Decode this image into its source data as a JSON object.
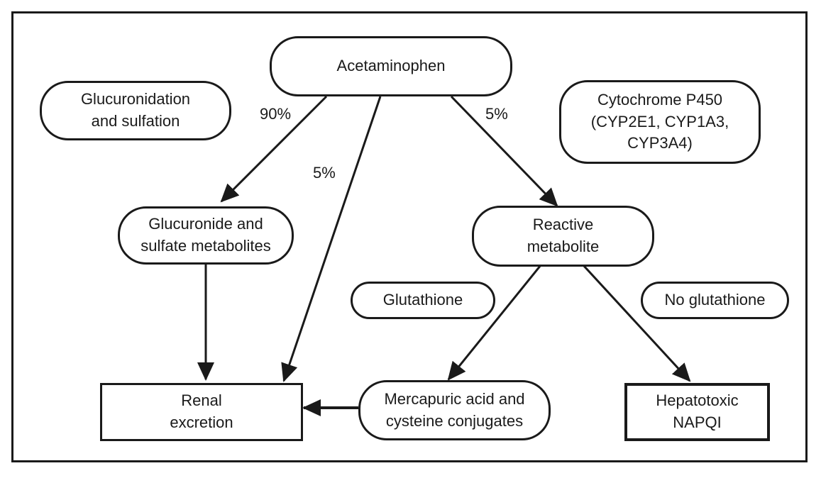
{
  "nodes": {
    "acetaminophen": "Acetaminophen",
    "glucuronidation": "Glucuronidation\nand sulfation",
    "cytochrome": "Cytochrome P450\n(CYP2E1, CYP1A3,\nCYP3A4)",
    "glucuronide_metabolites": "Glucuronide and\nsulfate metabolites",
    "reactive_metabolite": "Reactive\nmetabolite",
    "glutathione": "Glutathione",
    "no_glutathione": "No glutathione",
    "renal_excretion": "Renal\nexcretion",
    "mercapuric": "Mercapuric acid and\ncysteine conjugates",
    "hepatotoxic": "Hepatotoxic\nNAPQI"
  },
  "edge_labels": {
    "to_glucuronide": "90%",
    "to_renal": "5%",
    "to_reactive": "5%"
  }
}
